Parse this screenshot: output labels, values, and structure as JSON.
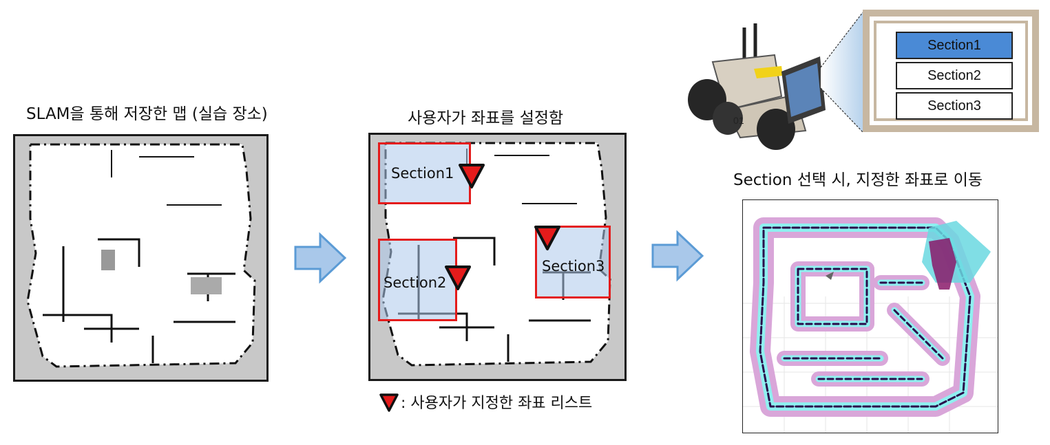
{
  "panel1": {
    "caption": "SLAM을 통해 저장한 맵 (실습 장소)"
  },
  "panel2": {
    "caption": "사용자가 좌표를 설정함",
    "sections": [
      {
        "label": "Section1"
      },
      {
        "label": "Section2"
      },
      {
        "label": "Section3"
      }
    ],
    "legend": ": 사용자가 지정한 좌표 리스트"
  },
  "panel3": {
    "caption": "Section 선택 시, 지정한 좌표로 이동",
    "menu": {
      "items": [
        "Section1",
        "Section2",
        "Section3"
      ],
      "selected": "Section1"
    }
  },
  "colors": {
    "section_border": "#e41b1b",
    "section_fill": "#adc8eb",
    "marker_fill": "#e41b1b",
    "arrow_fill": "#a9c8ea",
    "arrow_stroke": "#5b9bd5",
    "menu_selected": "#4a8ad6",
    "costmap_inflation": "#d9a6d9",
    "costmap_core": "#8ff0f0",
    "costmap_wall": "#2a0a4a"
  },
  "icons": [
    "flow-arrow-icon",
    "coordinate-marker-icon",
    "robot-illustration",
    "wall-icon"
  ]
}
